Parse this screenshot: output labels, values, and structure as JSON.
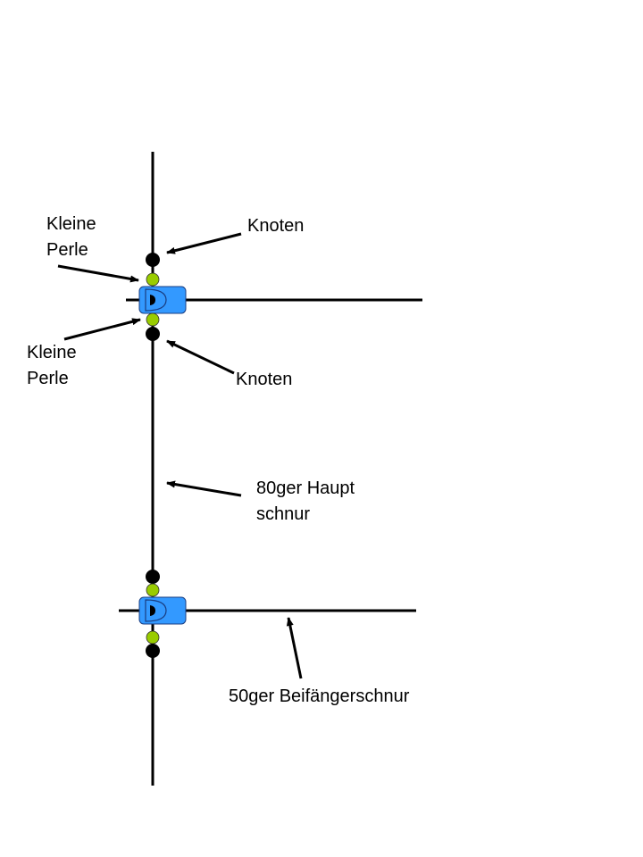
{
  "labels": {
    "bead_top_line1": "Kleine",
    "bead_top_line2": "Perle",
    "knot_top": "Knoten",
    "bead_bottom_line1": "Kleine",
    "bead_bottom_line2": "Perle",
    "knot_bottom": "Knoten",
    "main_line_1": "80ger Haupt",
    "main_line_2": "schnur",
    "dropper_line": "50ger Beifängerschnur"
  },
  "colors": {
    "line": "#000000",
    "swivel": "#3399ff",
    "bead": "#99cc00",
    "knot": "#000000"
  }
}
